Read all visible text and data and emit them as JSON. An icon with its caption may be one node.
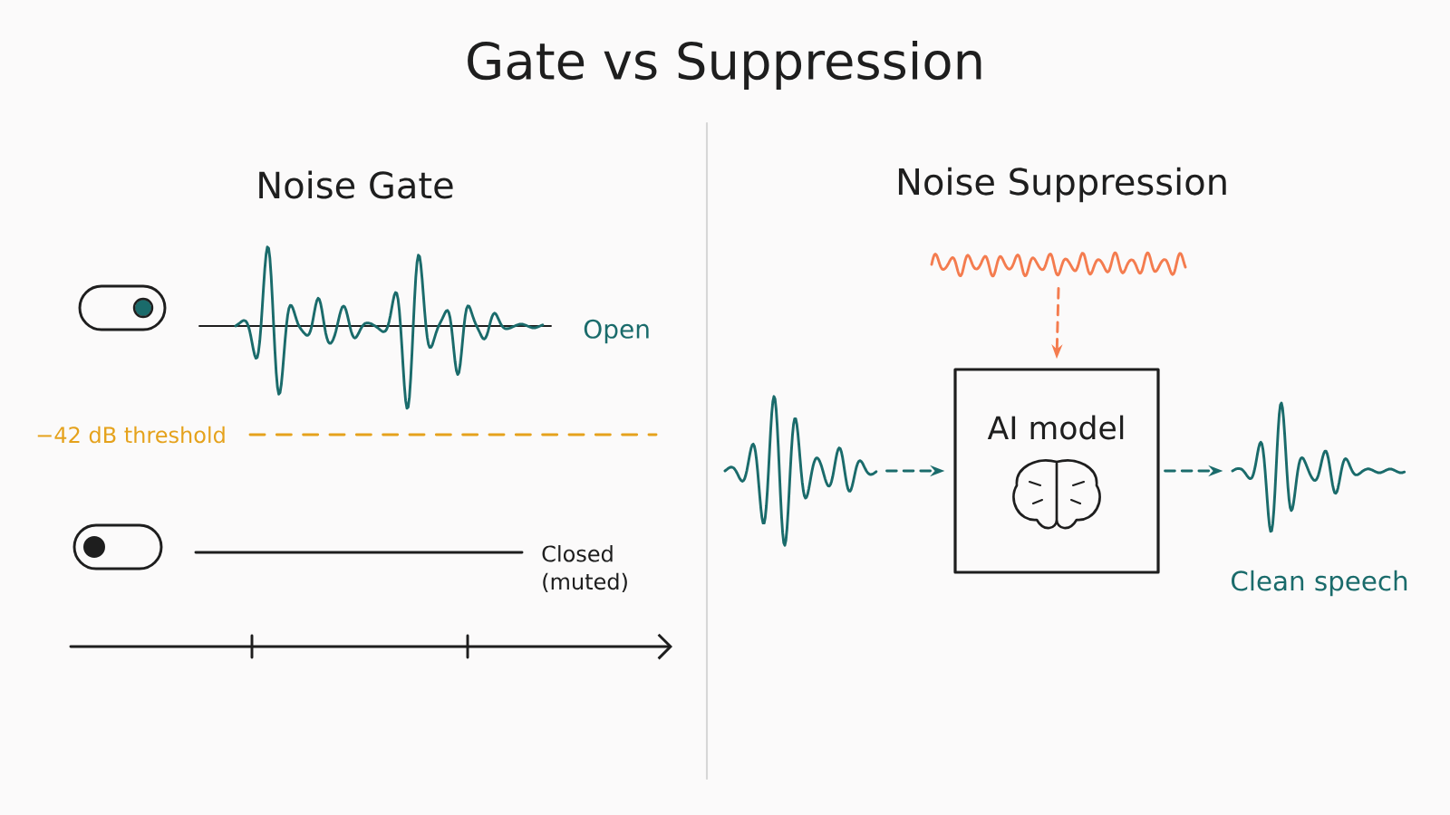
{
  "diagram": {
    "title": "Gate vs Suppression",
    "nodes": [
      {
        "text": [],
        "shape": "picture"
      },
      {
        "text": [],
        "shape": "picture"
      },
      {
        "text": [
          "AI model"
        ]
      },
      {
        "text": [],
        "shape": "picture",
        "beside": [
          "Clean speech"
        ]
      }
    ],
    "edges": [
      {
        "from": 0,
        "to": 2,
        "arrow": "to",
        "style": "dashed"
      },
      {
        "from": 1,
        "to": 2,
        "arrow": "to",
        "style": "dashed",
        "color": "#f47c4f"
      },
      {
        "from": 2,
        "to": 3,
        "arrow": "to",
        "style": "dashed"
      }
    ],
    "labels": [
      "Noise Gate",
      "Noise Suppression",
      "Open",
      "−42 dB threshold",
      "Closed (muted)"
    ]
  }
}
